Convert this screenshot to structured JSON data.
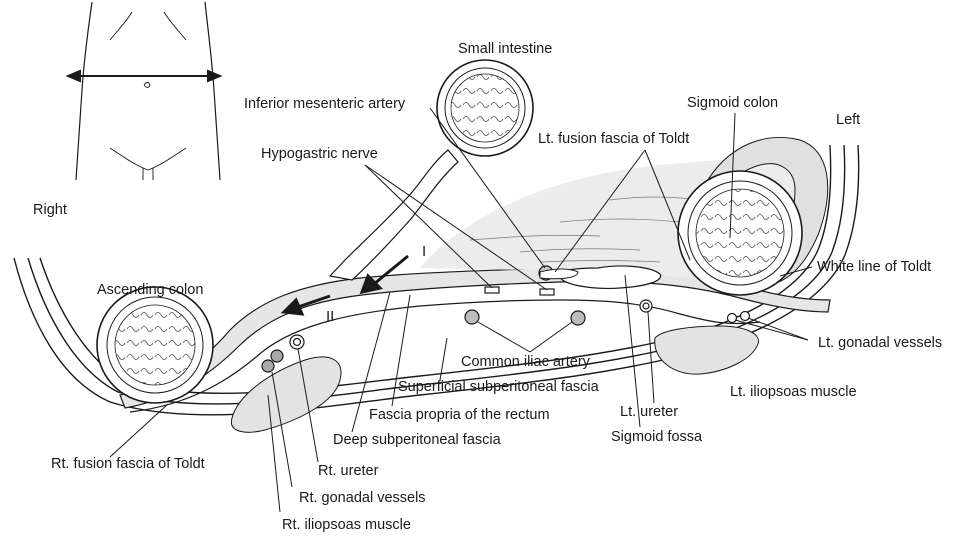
{
  "orientation": {
    "right": "Right",
    "left": "Left"
  },
  "markers": {
    "one": "I",
    "two": "II"
  },
  "labels": {
    "small_intestine": "Small intestine",
    "inferior_mesenteric_artery": "Inferior mesenteric artery",
    "sigmoid_colon": "Sigmoid colon",
    "lt_fusion_fascia": "Lt. fusion fascia of Toldt",
    "hypogastric_nerve": "Hypogastric nerve",
    "ascending_colon": "Ascending colon",
    "white_line": "White line of Toldt",
    "lt_gonadal_vessels": "Lt. gonadal vessels",
    "common_iliac_artery": "Common iliac artery",
    "superficial_subperitoneal_fascia": "Superficial subperitoneal fascia",
    "lt_iliopsoas": "Lt. iliopsoas muscle",
    "fascia_propria": "Fascia propria of the rectum",
    "lt_ureter": "Lt. ureter",
    "deep_subperitoneal_fascia": "Deep subperitoneal fascia",
    "sigmoid_fossa": "Sigmoid fossa",
    "rt_fusion_fascia": "Rt. fusion fascia of Toldt",
    "rt_ureter": "Rt. ureter",
    "rt_gonadal_vessels": "Rt. gonadal vessels",
    "rt_iliopsoas": "Rt. iliopsoas muscle"
  },
  "colors": {
    "line": "#1a1a1a",
    "shade": "#d9d9d9",
    "light_shade": "#ececec",
    "fascia_band": "#c8c8c8"
  }
}
